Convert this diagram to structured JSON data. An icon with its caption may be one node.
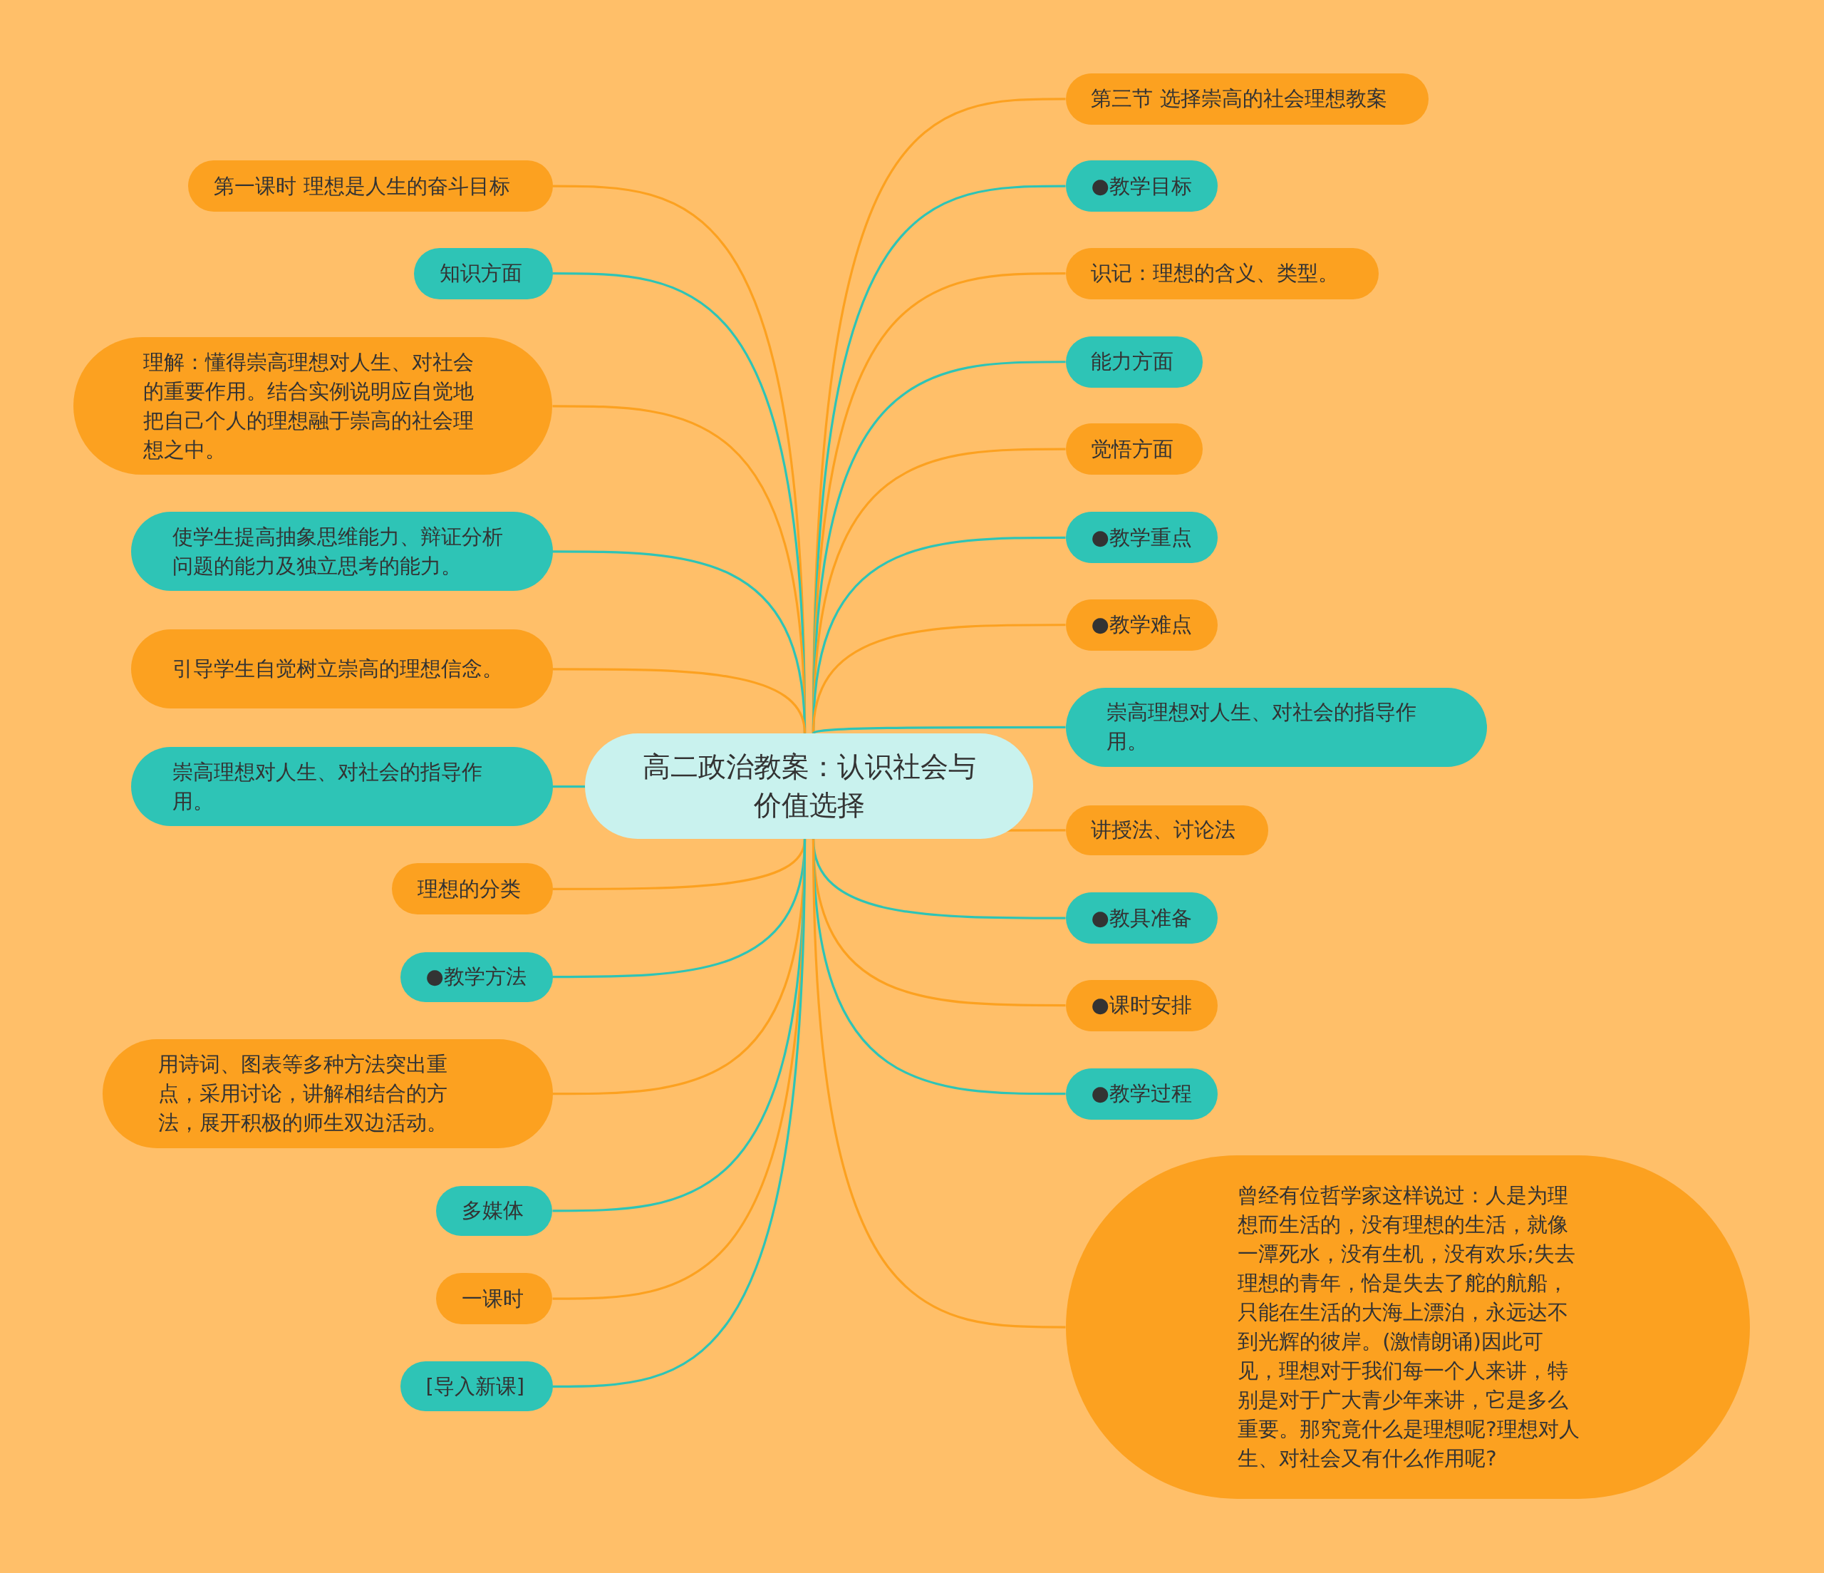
{
  "diagram": {
    "nodes": [
      {
        "text": [
          "高二政治教案：认识社会与价值选择"
        ]
      },
      {
        "text": [
          "第一课时 理想是人生的奋斗目标"
        ]
      },
      {
        "text": [
          "知识方面"
        ]
      },
      {
        "text": [
          "理解：懂得崇高理想对人生、对社会的重要作用。结合实例说明应自觉地把自己个人的理想融于崇高的社会理想之中。"
        ]
      },
      {
        "text": [
          "使学生提高抽象思维能力、辩证分析问题的能力及独立思考的能力。"
        ]
      },
      {
        "text": [
          "引导学生自觉树立崇高的理想信念。"
        ]
      },
      {
        "text": [
          "崇高理想对人生、对社会的指导作用。"
        ]
      },
      {
        "text": [
          "理想的分类"
        ]
      },
      {
        "text": [
          "●教学方法"
        ]
      },
      {
        "text": [
          "用诗词、图表等多种方法突出重点，采用讨论，讲解相结合的方法，展开积极的师生双边活动。"
        ]
      },
      {
        "text": [
          "多媒体"
        ]
      },
      {
        "text": [
          "一课时"
        ]
      },
      {
        "text": [
          "[导入新课]"
        ]
      },
      {
        "text": [
          "第三节 选择崇高的社会理想教案"
        ]
      },
      {
        "text": [
          "●教学目标"
        ]
      },
      {
        "text": [
          "识记：理想的含义、类型。"
        ]
      },
      {
        "text": [
          "能力方面"
        ]
      },
      {
        "text": [
          "觉悟方面"
        ]
      },
      {
        "text": [
          "●教学重点"
        ]
      },
      {
        "text": [
          "●教学难点"
        ]
      },
      {
        "text": [
          "崇高理想对人生、对社会的指导作用。"
        ]
      },
      {
        "text": [
          "讲授法、讨论法"
        ]
      },
      {
        "text": [
          "●教具准备"
        ]
      },
      {
        "text": [
          "●课时安排"
        ]
      },
      {
        "text": [
          "●教学过程"
        ]
      },
      {
        "text": [
          "曾经有位哲学家这样说过：人是为理想而生活的，没有理想的生活，就像一潭死水，没有生机，没有欢乐;失去理想的青年，恰是失去了舵的航船，只能在生活的大海上漂泊，永远达不到光辉的彼岸。(激情朗诵)因此可见，理想对于我们每一个人来讲，特别是对于广大青少年来讲，它是多么重要。那究竟什么是理想呢?理想对人生、对社会又有什么作用呢?"
        ]
      }
    ],
    "edges": [
      {
        "from": 0,
        "to": 1,
        "arrow": "none"
      },
      {
        "from": 0,
        "to": 2,
        "arrow": "none",
        "color": "#2ec4b6"
      },
      {
        "from": 0,
        "to": 3,
        "arrow": "none"
      },
      {
        "from": 0,
        "to": 4,
        "arrow": "none",
        "color": "#2ec4b6"
      },
      {
        "from": 0,
        "to": 5,
        "arrow": "none"
      },
      {
        "from": 0,
        "to": 6,
        "arrow": "none",
        "color": "#2ec4b6"
      },
      {
        "from": 0,
        "to": 7,
        "arrow": "none"
      },
      {
        "from": 0,
        "to": 8,
        "arrow": "none",
        "color": "#2ec4b6"
      },
      {
        "from": 0,
        "to": 9,
        "arrow": "none"
      },
      {
        "from": 0,
        "to": 10,
        "arrow": "none",
        "color": "#2ec4b6"
      },
      {
        "from": 0,
        "to": 11,
        "arrow": "none"
      },
      {
        "from": 0,
        "to": 12,
        "arrow": "none",
        "color": "#2ec4b6"
      },
      {
        "from": 0,
        "to": 13,
        "arrow": "none"
      },
      {
        "from": 0,
        "to": 14,
        "arrow": "none",
        "color": "#2ec4b6"
      },
      {
        "from": 0,
        "to": 15,
        "arrow": "none"
      },
      {
        "from": 0,
        "to": 16,
        "arrow": "none",
        "color": "#2ec4b6"
      },
      {
        "from": 0,
        "to": 17,
        "arrow": "none"
      },
      {
        "from": 0,
        "to": 18,
        "arrow": "none",
        "color": "#2ec4b6"
      },
      {
        "from": 0,
        "to": 19,
        "arrow": "none"
      },
      {
        "from": 0,
        "to": 20,
        "arrow": "none",
        "color": "#2ec4b6"
      },
      {
        "from": 0,
        "to": 21,
        "arrow": "none"
      },
      {
        "from": 0,
        "to": 22,
        "arrow": "none",
        "color": "#2ec4b6"
      },
      {
        "from": 0,
        "to": 23,
        "arrow": "none"
      },
      {
        "from": 0,
        "to": 24,
        "arrow": "none",
        "color": "#2ec4b6"
      },
      {
        "from": 0,
        "to": 25,
        "arrow": "none"
      }
    ]
  }
}
